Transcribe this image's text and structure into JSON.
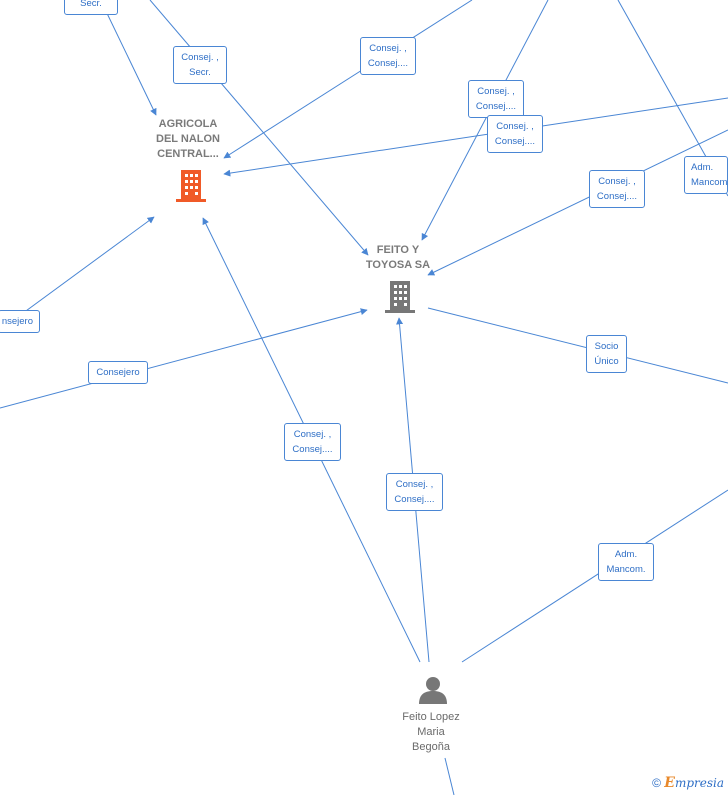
{
  "colors": {
    "edge": "#4a86d4",
    "label_text": "#2f6fc6",
    "highlight_company": "#f05a28",
    "company": "#777777",
    "person": "#777777"
  },
  "nodes": {
    "agricola": {
      "label_lines": [
        "AGRICOLA",
        "DEL NALON",
        "CENTRAL..."
      ],
      "icon": "building-icon"
    },
    "feito_toyosa": {
      "label_lines": [
        "FEITO Y",
        "TOYOSA SA"
      ],
      "icon": "building-icon"
    },
    "person": {
      "label_lines": [
        "Feito Lopez",
        "Maria",
        "Begoña"
      ],
      "icon": "person-icon"
    }
  },
  "edge_labels": [
    {
      "lines": [
        "Secr."
      ]
    },
    {
      "lines": [
        "Consej. ,",
        "Secr."
      ]
    },
    {
      "lines": [
        "Consej. ,",
        "Consej...."
      ]
    },
    {
      "lines": [
        "Consej. ,",
        "Consej...."
      ]
    },
    {
      "lines": [
        "Consej. ,",
        "Consej...."
      ]
    },
    {
      "lines": [
        "Consej. ,",
        "Consej...."
      ]
    },
    {
      "lines": [
        "Adm.",
        "Mancom."
      ]
    },
    {
      "lines": [
        "nsejero"
      ]
    },
    {
      "lines": [
        "Consejero"
      ]
    },
    {
      "lines": [
        "Socio",
        "Único"
      ]
    },
    {
      "lines": [
        "Consej. ,",
        "Consej...."
      ]
    },
    {
      "lines": [
        "Consej. ,",
        "Consej...."
      ]
    },
    {
      "lines": [
        "Adm.",
        "Mancom."
      ]
    }
  ],
  "copyright": {
    "symbol": "©",
    "brand_initial": "E",
    "brand_rest": "mpresia"
  }
}
